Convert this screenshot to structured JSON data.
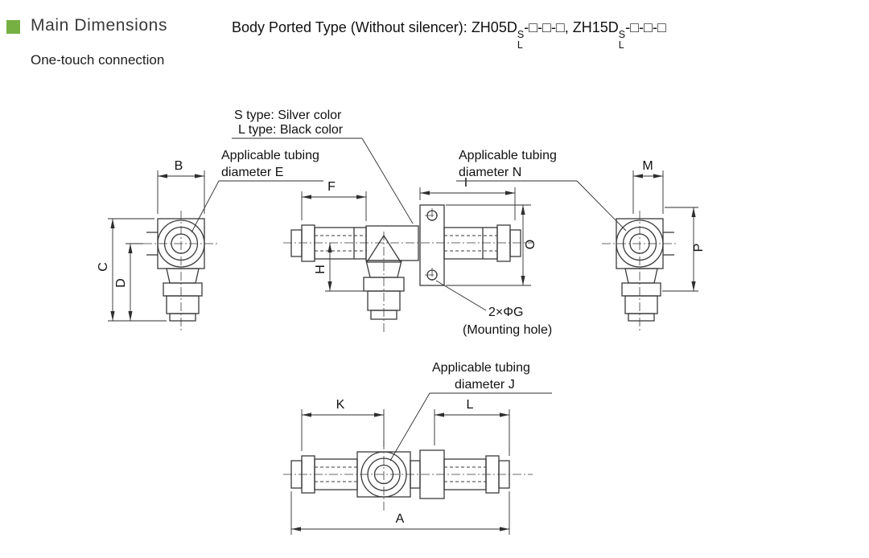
{
  "colors": {
    "accent_green": "#76b043"
  },
  "header": {
    "title": "Main Dimensions",
    "subtitle": "One-touch connection",
    "spec": {
      "prefix": "Body Ported Type (Without silencer): ",
      "model1": "ZH05D",
      "stack_top": "S",
      "stack_bottom": "L",
      "boxes1": "-□-□-□, ",
      "model2": "ZH15D",
      "boxes2": "-□-□-□"
    }
  },
  "callouts": {
    "type_color_line1": "S type: Silver color",
    "type_color_line2": "L type: Black color",
    "tubing_e": {
      "line1": "Applicable tubing",
      "line2": "diameter  E"
    },
    "tubing_n": {
      "line1": "Applicable tubing",
      "line2": "diameter  N"
    },
    "tubing_j": {
      "line1": "Applicable tubing",
      "line2": "diameter  J"
    },
    "mounting": {
      "line1": "2×ΦG",
      "line2": "(Mounting hole)"
    }
  },
  "dims": {
    "left_view": {
      "B": "B",
      "C": "C",
      "D": "D"
    },
    "front_view": {
      "F": "F",
      "I": "I",
      "H": "H",
      "O": "O"
    },
    "right_view": {
      "M": "M",
      "P": "P"
    },
    "bottom_view": {
      "K": "K",
      "L": "L",
      "A": "A"
    }
  }
}
